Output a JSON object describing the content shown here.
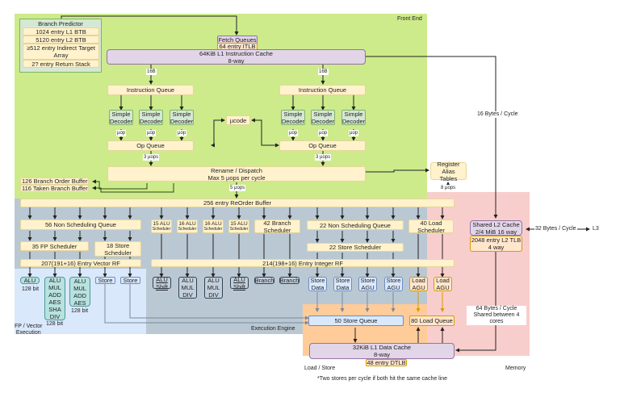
{
  "regions": {
    "front_end": "Front End",
    "execution_engine": "Execution Engine",
    "fp_vector": "FP / Vector\nExecution",
    "load_store": "Load / Store",
    "memory": "Memory"
  },
  "branch_predictor": {
    "title": "Branch Predictor",
    "items": [
      "1024 entry L1 BTB",
      "5120 entry L2 BTB",
      "≥512 entry Indirect Target Array",
      "2? entry Return Stack"
    ]
  },
  "fetch": {
    "fetch_queues": "Fetch Queues",
    "itlb": "64 entry ITLB",
    "l1i_line1": "64KiB L1 Instruction Cache",
    "l1i_line2": "8-way"
  },
  "decode": {
    "bw_label": "16B",
    "instruction_queue": "Instruction Queue",
    "simple_decoder": "Simple Decoder",
    "uop": "µop",
    "ucode": "µcode",
    "op_queue": "Op Queue",
    "three_uops": "3 µops"
  },
  "rename": {
    "line1": "Rename / Dispatch",
    "line2": "Max 5 µops per cycle",
    "five_uops": "5 µops",
    "rat_line1": "Register Alias",
    "rat_line2": "Tables",
    "eight_uops": "8 µops",
    "branch_order_buffer": "126 Branch Order Buffer",
    "taken_branch_buffer": "116 Taken Branch Buffer"
  },
  "rob": "256 entry ReOrder Buffer",
  "fp": {
    "non_sched_queue": "56 Non Scheduling Queue",
    "fp_scheduler": "35 FP Scheduler",
    "store_scheduler": "18 Store Scheduler",
    "vector_rf": "207(191+16) Entry Vector RF",
    "units": [
      {
        "label": "ALU",
        "width": "128 bit"
      },
      {
        "label": "ALU\nMUL\nADD\nAES\nSHA\nDIV",
        "width": "128 bit"
      },
      {
        "label": "ALU\nMUL\nADD\nAES",
        "width": "128 bit"
      },
      {
        "label": "Store"
      },
      {
        "label": "Store"
      }
    ]
  },
  "int": {
    "alu_schedulers": [
      {
        "count": "15 ALU",
        "sub": "Scheduler"
      },
      {
        "count": "16 ALU",
        "sub": "Scheduler"
      },
      {
        "count": "16 ALU",
        "sub": "Scheduler"
      },
      {
        "count": "15 ALU",
        "sub": "Scheduler"
      }
    ],
    "branch_scheduler": "42 Branch Scheduler",
    "non_sched_queue": "22 Non Scheduling Queue",
    "store_scheduler": "22 Store Scheduler",
    "load_scheduler": "40 Load Scheduler",
    "int_rf": "214(198+16) Entry Integer RF",
    "units": [
      "ALU\nShift",
      "ALU\nMUL\nDIV",
      "ALU\nMUL\nDIV",
      "ALU\nShift",
      "Branch",
      "Branch"
    ],
    "mem_units": [
      "Store\nData",
      "Store\nData",
      "Store\nAGU",
      "Store\nAGU",
      "Load\nAGU",
      "Load\nAGU"
    ]
  },
  "load_store": {
    "store_queue": "50 Store Queue",
    "load_queue": "80 Load Queue",
    "l1d_line1": "32KiB L1 Data Cache",
    "l1d_line2": "8-way",
    "dtlb": "48 entry DTLB"
  },
  "memory": {
    "l2_line1": "Shared L2 Cache",
    "l2_line2": "2/4 MiB 16 way",
    "l2tlb_line1": "2048 entry L2 TLB",
    "l2tlb_line2": "4 way",
    "bw_16": "16 Bytes / Cycle",
    "bw_32": "32 Bytes / Cycle",
    "l3": "L3",
    "bw_64_line1": "64 Bytes / Cycle",
    "bw_64_line2": "Shared between 4 cores"
  },
  "footnote": "*Two stores per cycle if both hit the same cache line"
}
